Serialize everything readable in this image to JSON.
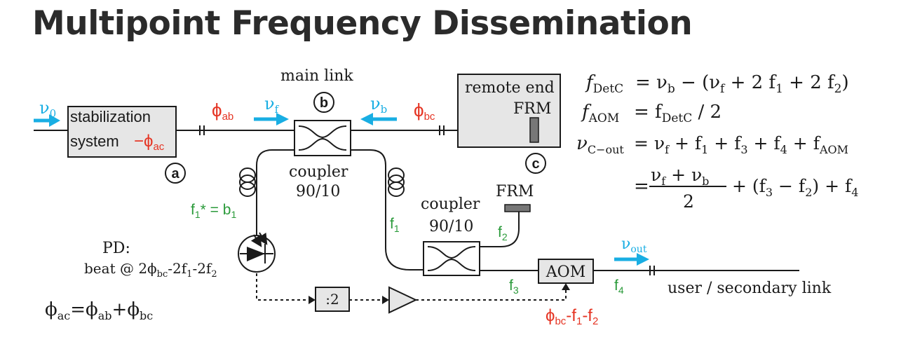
{
  "title": "Multipoint Frequency Dissemination",
  "labels": {
    "nu0": "ν",
    "nu0_sub": "0",
    "stab_line1": "stabilization",
    "stab_line2": "system",
    "stab_phi": "−ϕ",
    "stab_phi_sub": "ac",
    "a": "a",
    "b": "b",
    "c": "c",
    "phi_ab": "ϕ",
    "phi_ab_sub": "ab",
    "nu_f": "ν",
    "nu_f_sub": "f",
    "main_link": "main link",
    "nu_b": "ν",
    "nu_b_sub": "b",
    "phi_bc": "ϕ",
    "phi_bc_sub": "bc",
    "remote_end": "remote end",
    "frm1": "FRM",
    "coupler1_a": "coupler",
    "coupler1_b": "90/10",
    "f1b1_a": "f",
    "f1b1_sub": "1",
    "f1b1_b": "* = b",
    "f1b1_sub2": "1",
    "f1": "f",
    "f1_sub": "1",
    "coupler2_a": "coupler",
    "coupler2_b": "90/10",
    "frm2": "FRM",
    "f2": "f",
    "f2_sub": "2",
    "pd_a": "PD:",
    "pd_b1": "beat @ 2ϕ",
    "pd_b_sub1": "bc",
    "pd_b2": "-2f",
    "pd_b_sub2": "1",
    "pd_b3": "-2f",
    "pd_b_sub3": "2",
    "div2": ":2",
    "aom": "AOM",
    "nu_out": "ν",
    "nu_out_sub": "out",
    "f3": "f",
    "f3_sub": "3",
    "f4": "f",
    "f4_sub": "4",
    "user_link": "user / secondary link",
    "phi_out_1": "ϕ",
    "phi_out_sub1": "bc",
    "phi_out_2": "-f",
    "phi_out_sub2": "1",
    "phi_out_3": "-f",
    "phi_out_sub3": "2",
    "phi_ac_eq_1": "ϕ",
    "phi_ac_eq_sub1": "ac",
    "phi_ac_eq_2": "=ϕ",
    "phi_ac_eq_sub2": "ab",
    "phi_ac_eq_3": "+ϕ",
    "phi_ac_eq_sub3": "bc"
  },
  "equations": {
    "eq1_lhs": "f",
    "eq1_lhs_sub": "DetC",
    "eq1_rhs_a": "= ν",
    "eq1_rhs_sub_b": "b",
    "eq1_rhs_b": " − (ν",
    "eq1_rhs_sub_f": "f",
    "eq1_rhs_c": " + 2 f",
    "eq1_rhs_sub_1": "1",
    "eq1_rhs_d": " + 2 f",
    "eq1_rhs_sub_2": "2",
    "eq1_rhs_e": ")",
    "eq2_lhs": "f",
    "eq2_lhs_sub": "AOM",
    "eq2_rhs_a": "= f",
    "eq2_rhs_sub": "DetC",
    "eq2_rhs_b": " / 2",
    "eq3_lhs": "ν",
    "eq3_lhs_sub": "C−out",
    "eq3_rhs_a": "= ν",
    "eq3_rhs_sub_f": "f",
    "eq3_rhs_b": " + f",
    "eq3_rhs_sub_1": "1",
    "eq3_rhs_c": " + f",
    "eq3_rhs_sub_3": "3",
    "eq3_rhs_d": " + f",
    "eq3_rhs_sub_4": "4",
    "eq3_rhs_e": " + f",
    "eq3_rhs_sub_aom": "AOM",
    "eq4_eq": "=",
    "eq4_num_a": "ν",
    "eq4_num_sub_f": "f",
    "eq4_num_b": " + ν",
    "eq4_num_sub_b": "b",
    "eq4_den": "2",
    "eq4_rest_a": "+ (f",
    "eq4_rest_sub_3": "3",
    "eq4_rest_b": " − f",
    "eq4_rest_sub_2": "2",
    "eq4_rest_c": ") + f",
    "eq4_rest_sub_4": "4"
  },
  "colors": {
    "accent_blue": "#19aee3",
    "phase_red": "#e53423",
    "freq_green": "#2a9a3a",
    "box_fill": "#e6e6e6"
  }
}
